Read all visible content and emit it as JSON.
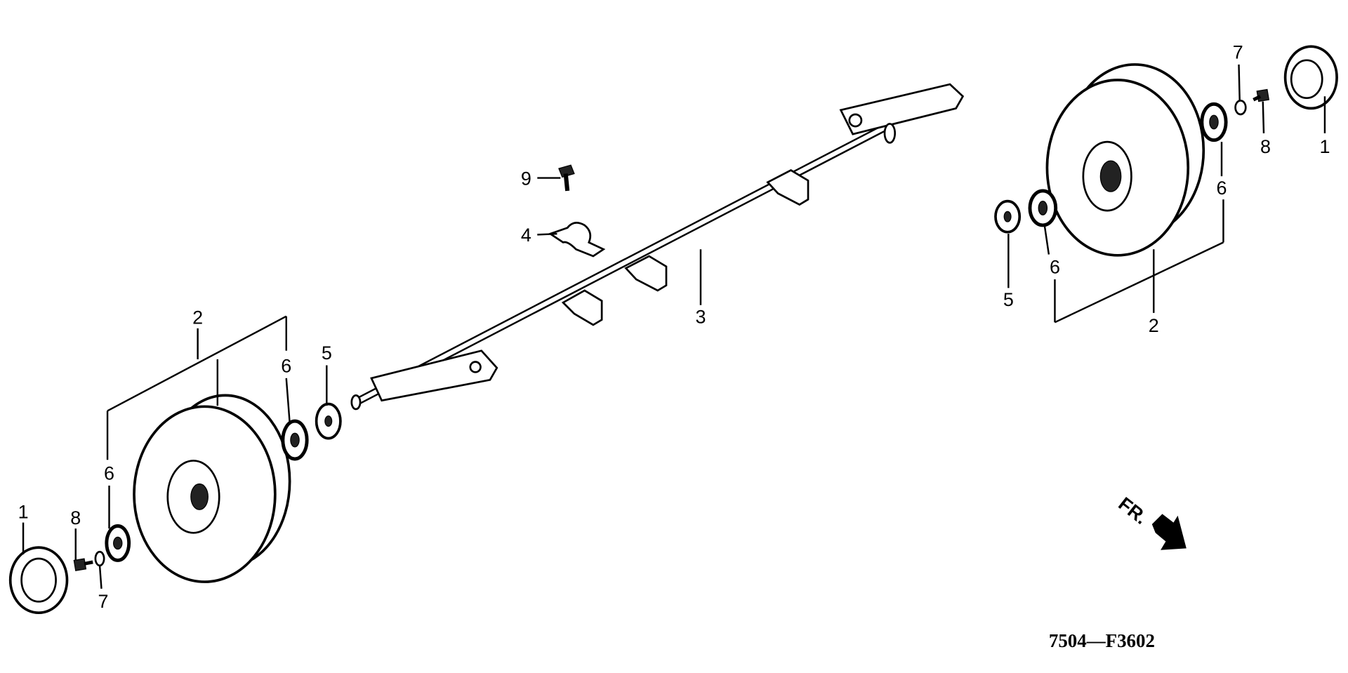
{
  "diagram": {
    "code": "7504—F3602",
    "direction_label": "FR.",
    "callouts": {
      "left_1": "1",
      "left_8": "8",
      "left_7": "7",
      "left_6a": "6",
      "left_2": "2",
      "left_6b": "6",
      "left_5": "5",
      "bolt_9": "9",
      "clamp_4": "4",
      "axle_3": "3",
      "right_7": "7",
      "right_8": "8",
      "right_1": "1",
      "right_6a": "6",
      "right_6b": "6",
      "right_5": "5",
      "right_2": "2"
    }
  }
}
